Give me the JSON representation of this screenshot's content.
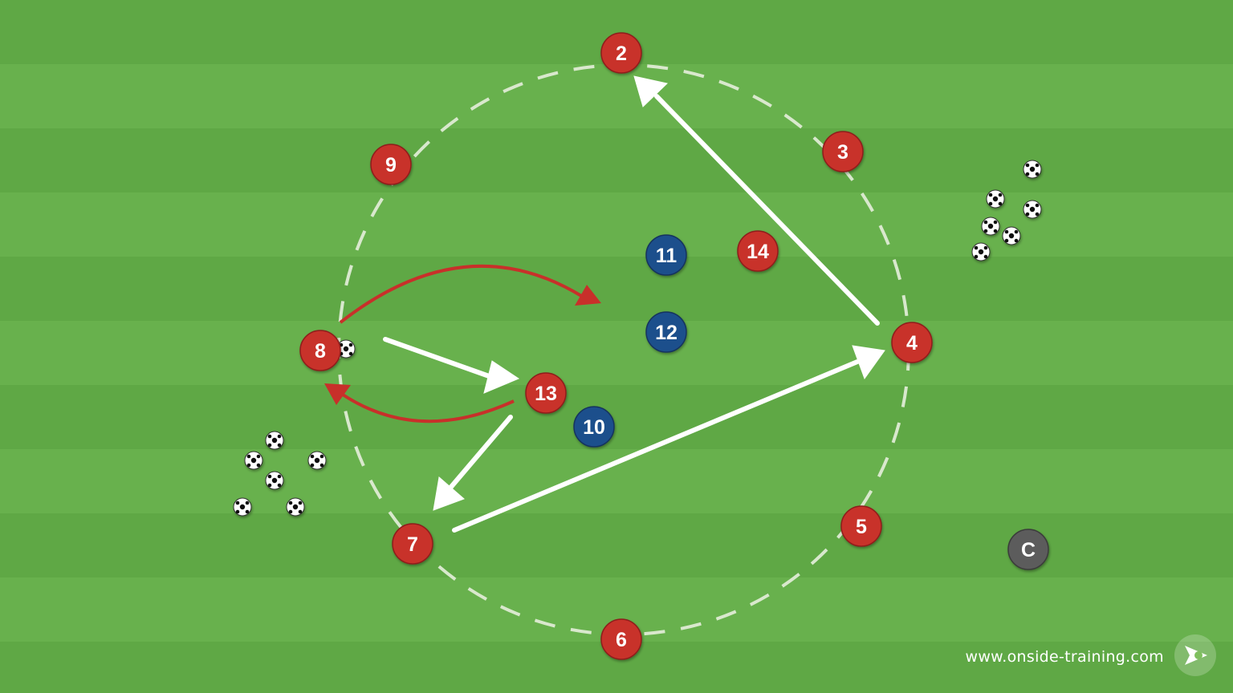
{
  "colors": {
    "pitch_light": "#68b14d",
    "pitch_dark": "#5fa845",
    "attacker": "#c8302a",
    "defender": "#1f4f8c",
    "coach": "#5c5c5c",
    "pass_arrow": "#ffffff",
    "movement_arrow": "#c8302a",
    "circle_line": "#e8efe0"
  },
  "players": [
    {
      "id": "p2",
      "label": "2",
      "team": "attacker"
    },
    {
      "id": "p3",
      "label": "3",
      "team": "attacker"
    },
    {
      "id": "p4",
      "label": "4",
      "team": "attacker"
    },
    {
      "id": "p5",
      "label": "5",
      "team": "attacker"
    },
    {
      "id": "p6",
      "label": "6",
      "team": "attacker"
    },
    {
      "id": "p7",
      "label": "7",
      "team": "attacker"
    },
    {
      "id": "p8",
      "label": "8",
      "team": "attacker"
    },
    {
      "id": "p9",
      "label": "9",
      "team": "attacker"
    },
    {
      "id": "p13",
      "label": "13",
      "team": "attacker"
    },
    {
      "id": "p14",
      "label": "14",
      "team": "attacker"
    },
    {
      "id": "p10",
      "label": "10",
      "team": "defender"
    },
    {
      "id": "p11",
      "label": "11",
      "team": "defender"
    },
    {
      "id": "p12",
      "label": "12",
      "team": "defender"
    },
    {
      "id": "coach",
      "label": "C",
      "team": "coach"
    }
  ],
  "footer": {
    "website": "www.onside-training.com",
    "logo_icon": "whistle-arrow-logo-icon"
  }
}
